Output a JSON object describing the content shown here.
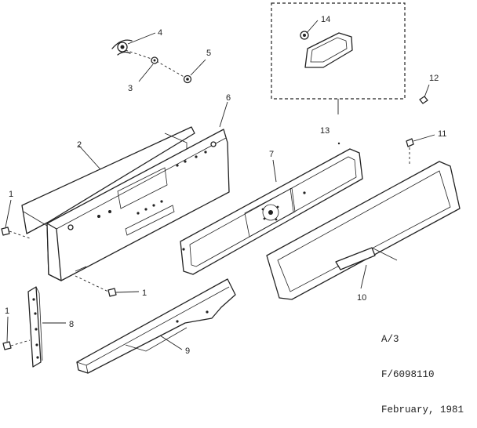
{
  "callouts": {
    "c1a": "1",
    "c1b": "1",
    "c1c": "1",
    "c2": "2",
    "c3": "3",
    "c4": "4",
    "c5": "5",
    "c6": "6",
    "c7": "7",
    "c8": "8",
    "c9": "9",
    "c10": "10",
    "c11": "11",
    "c12": "12",
    "c13": "13",
    "c14": "14"
  },
  "caption": {
    "line1": "A/3",
    "line2": "F/6098110",
    "line3": "February, 1981"
  }
}
